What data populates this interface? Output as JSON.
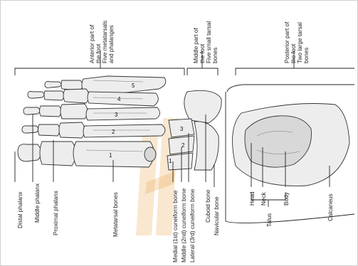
{
  "regions": {
    "anterior": {
      "line1": "Anterior part of",
      "line2": "the foot",
      "line3": "Five metatarsals",
      "line4": "and phalanges"
    },
    "middle": {
      "line1": "Middle part of",
      "line2": "the foot",
      "line3": "Five small tarsal",
      "line4": "bones"
    },
    "posterior": {
      "line1": "Posterior part of",
      "line2": "the foot",
      "line3": "Two large tarsal",
      "line4": "bones"
    }
  },
  "labels": {
    "distal_phalanx": "Distal phalanx",
    "middle_phalanx": "Middle phalanx",
    "proximal_phalanx": "Proximal phalanx",
    "metatarsal_bones": "Metatarsal bones",
    "medial_cuneiform": "Medial (1st) cuneiform bone",
    "middle_cuneiform": "Middle (2nd) cuneiform bone",
    "lateral_cuneiform": "Lateral (3rd) cuneiform bone",
    "cuboid": "Cuboid bone",
    "navicular": "Navicular bone",
    "head": "Head",
    "neck": "Neck",
    "body": "Body",
    "talus": "Talus",
    "calcaneus": "Calcaneus"
  },
  "numbers": {
    "m1": "1",
    "m2": "2",
    "m3": "3",
    "m4": "4",
    "m5": "5",
    "c1": "1",
    "c2": "2",
    "c3": "3"
  }
}
